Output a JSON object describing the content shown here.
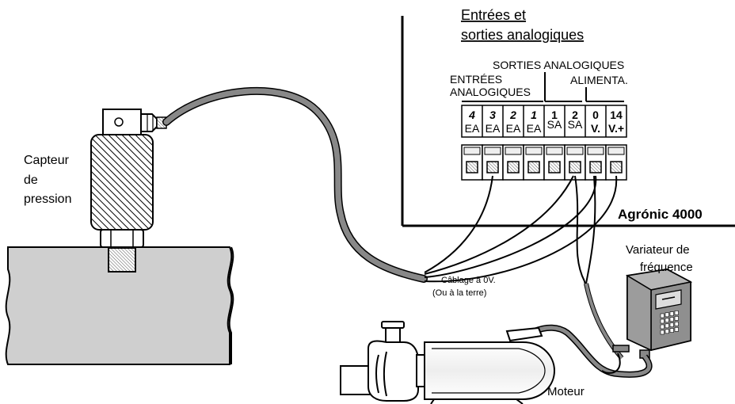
{
  "title": {
    "line1": "Entrées et",
    "line2": "sorties analogiques"
  },
  "groups": {
    "sorties": "SORTIES ANALOGIQUES",
    "entrees_line1": "ENTRÉES",
    "entrees_line2": "ANALOGIQUES",
    "alimentation": "ALIMENTA."
  },
  "terminals": [
    {
      "num": "4",
      "sub": "EA"
    },
    {
      "num": "3",
      "sub": "EA"
    },
    {
      "num": "2",
      "sub": "EA"
    },
    {
      "num": "1",
      "sub": "EA"
    },
    {
      "num": "1",
      "sub": "SA"
    },
    {
      "num": "2",
      "sub": "SA"
    },
    {
      "num": "0",
      "sub": "V."
    },
    {
      "num": "14",
      "sub": "V.+"
    }
  ],
  "device": "Agrónic 4000",
  "sensor": {
    "line1": "Capteur",
    "line2": "de",
    "line3": "pression"
  },
  "drive": {
    "line1": "Variateur de",
    "line2": "fréquence"
  },
  "wiring": {
    "line1": "Câblage à 0V.",
    "line2": "(Ou à la terre)"
  },
  "motor": "Moteur",
  "colors": {
    "pipe": "#cdcdcd",
    "cable": "#888888",
    "drive_body": "#9a9a9a"
  }
}
